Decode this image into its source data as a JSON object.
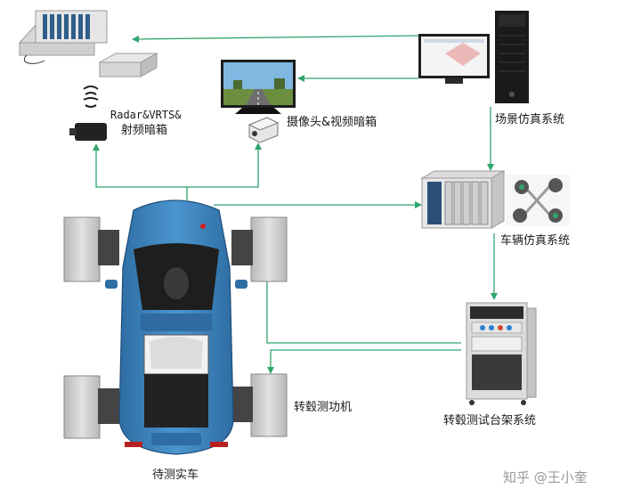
{
  "labels": {
    "radar": "Radar&VRTS&",
    "rf_box": "射频暗箱",
    "camera": "摄像头&视频暗箱",
    "scene": "场景仿真系统",
    "vehicle": "车辆仿真系统",
    "dyno": "转毂测功机",
    "rack": "转毂测试台架系统",
    "car": "待测实车"
  },
  "watermark": "知乎 @王小奎",
  "colors": {
    "connector": "#2fa56c",
    "car_body": "#3a7fb8",
    "roller": "#c9c9c9"
  },
  "icons": {
    "wifi": "wifi-icon"
  }
}
